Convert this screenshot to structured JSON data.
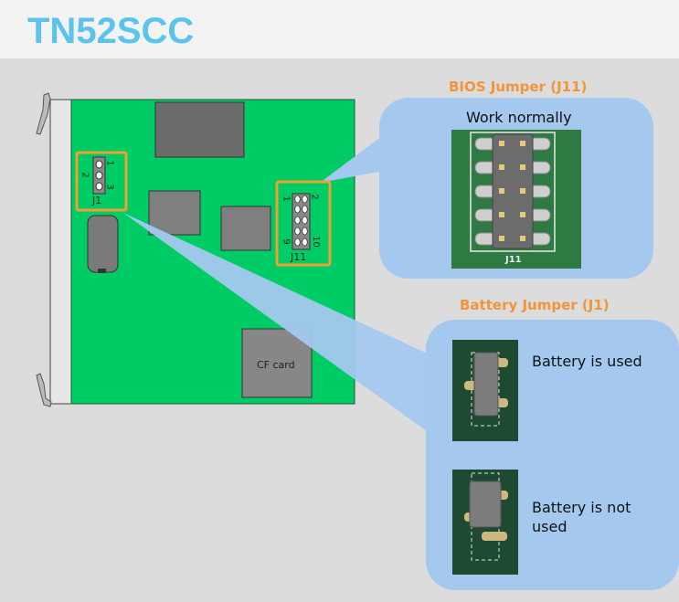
{
  "header": {
    "title": "TN52SCC"
  },
  "board": {
    "j1_label": "J1",
    "j1_pins": [
      "1",
      "2",
      "3"
    ],
    "j11_label": "J11",
    "j11_pins": [
      "1",
      "2",
      "9",
      "10"
    ],
    "cf_card_label": "CF card"
  },
  "bios_panel": {
    "title": "BIOS Jumper (J11)",
    "caption": "Work normally",
    "photo_label": "J11"
  },
  "battery_panel": {
    "title": "Battery Jumper (J1)",
    "options": [
      {
        "caption": "Battery is used"
      },
      {
        "caption_line1": "Battery is not",
        "caption_line2": "used"
      }
    ]
  },
  "colors": {
    "title": "#5bc4ea",
    "board_green": "#00cc66",
    "highlight_orange": "#f0a030",
    "callout_blue": "#a4c8ee",
    "section_title": "#f0953a"
  }
}
